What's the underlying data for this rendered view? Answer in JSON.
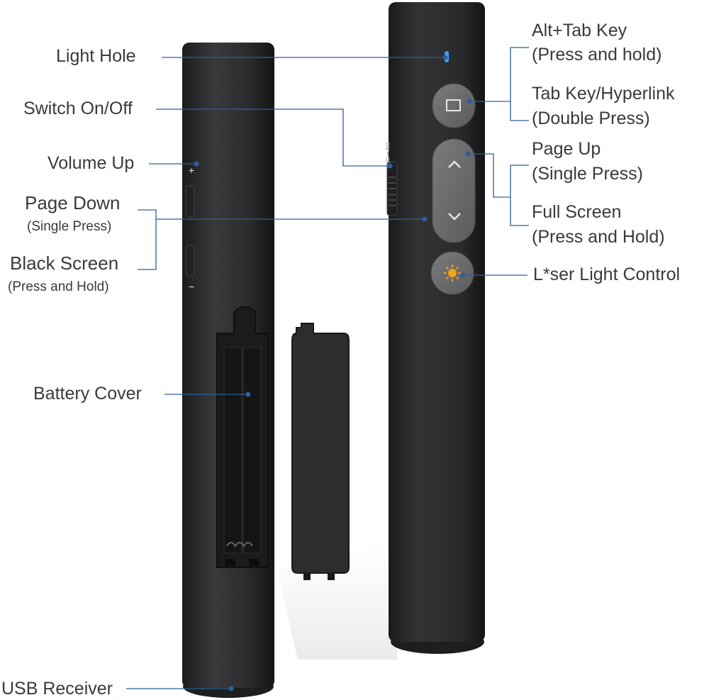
{
  "labels": {
    "light_hole": "Light Hole",
    "switch_on_off": "Switch On/Off",
    "volume_up": "Volume Up",
    "page_down": "Page Down",
    "page_down_sub": "(Single Press)",
    "black_screen": "Black Screen",
    "black_screen_sub": "(Press and Hold)",
    "battery_cover": "Battery Cover",
    "usb_receiver": "USB Receiver",
    "alt_tab_key": "Alt+Tab Key",
    "alt_tab_sub": "(Press and hold)",
    "tab_key_hyperlink": "Tab Key/Hyperlink",
    "tab_key_sub": "(Double Press)",
    "page_up": "Page Up",
    "page_up_sub": "(Single Press)",
    "full_screen": "Full Screen",
    "full_screen_sub": "(Press and Hold)",
    "laser_light_control": "L*ser Light Control"
  },
  "side_marks": {
    "plus": "+",
    "minus": "−",
    "switch_text": "ON ━ OFF"
  },
  "icons": [
    "square-icon",
    "chevron-up-icon",
    "chevron-down-icon",
    "laser-sun-icon",
    "indicator-led-icon"
  ],
  "colors": {
    "callout_line": "#2f5f9a",
    "body_dark": "#2b2b2d",
    "button_grey": "#6b6c6e",
    "led_blue": "#3aa0ff",
    "laser_orange": "#f0a21b"
  }
}
